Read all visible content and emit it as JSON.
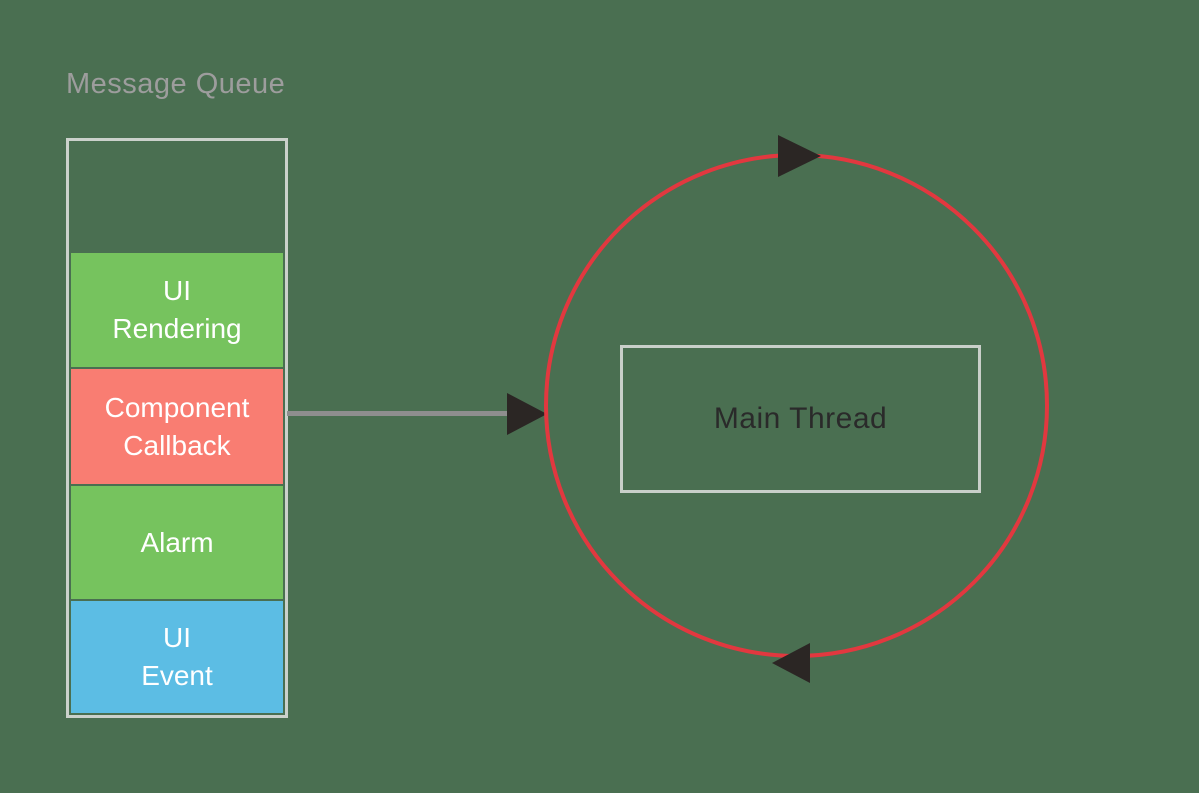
{
  "queue": {
    "title": "Message Queue",
    "items": [
      {
        "label": "UI\nRendering",
        "color": "#76c35e",
        "name": "ui-rendering"
      },
      {
        "label": "Component\nCallback",
        "color": "#f97d72",
        "name": "component-callback"
      },
      {
        "label": "Alarm",
        "color": "#76c35e",
        "name": "alarm"
      },
      {
        "label": "UI\nEvent",
        "color": "#5cbde4",
        "name": "ui-event"
      }
    ]
  },
  "main_thread": {
    "label": "Main Thread"
  },
  "colors": {
    "background": "#4a6f51",
    "queue_border": "#cbd1cb",
    "main_thread_border": "#c9cfc9",
    "loop_circle_stroke": "#e2383f",
    "arrow_fill": "#2b2624",
    "connector_line": "#8e8e8e",
    "title_text": "#9d9d9d",
    "block_text": "#ffffff",
    "main_thread_text": "#2a2a2a"
  }
}
